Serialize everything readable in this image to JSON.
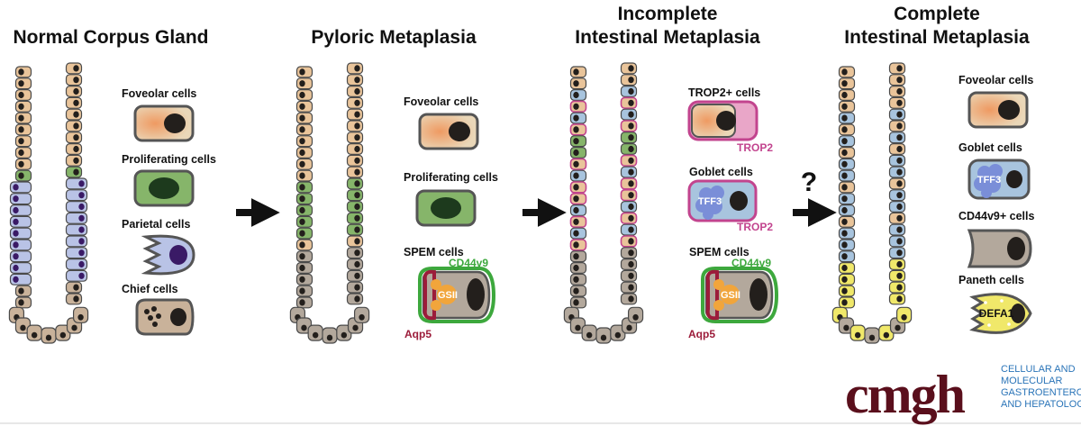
{
  "colors": {
    "foveolar": "#e9c49a",
    "proliferating": "#86b56a",
    "parietal": "#b9c3e6",
    "chief": "#c9b29a",
    "spem": "#b3a89c",
    "goblet": "#a8c4de",
    "paneth": "#f0e86a",
    "trop2": "#c2448e",
    "cd44v9": "#3da83d",
    "aqp5": "#9c1c3a",
    "logo": "#5a0f1c",
    "journal": "#2a74b8"
  },
  "panels": [
    {
      "title_lines": [
        "Normal Corpus Gland"
      ],
      "cells": [
        {
          "icon": "foveolar-cell-icon",
          "label": "Foveolar cells"
        },
        {
          "icon": "proliferating-cell-icon",
          "label": "Proliferating cells"
        },
        {
          "icon": "parietal-cell-icon",
          "label": "Parietal cells"
        },
        {
          "icon": "chief-cell-icon",
          "label": "Chief cells"
        }
      ]
    },
    {
      "title_lines": [
        "Pyloric Metaplasia"
      ],
      "cells": [
        {
          "icon": "foveolar-cell-icon",
          "label": "Foveolar cells"
        },
        {
          "icon": "proliferating-cell-icon",
          "label": "Proliferating cells"
        },
        {
          "icon": "spem-cell-icon",
          "label": "SPEM cells",
          "markers": [
            "CD44v9",
            "GSII",
            "Aqp5"
          ]
        }
      ]
    },
    {
      "title_lines": [
        "Incomplete",
        "Intestinal Metaplasia"
      ],
      "cells": [
        {
          "icon": "trop2-cell-icon",
          "label": "TROP2+ cells",
          "markers": [
            "TROP2"
          ]
        },
        {
          "icon": "goblet-cell-icon",
          "label": "Goblet cells",
          "markers": [
            "TFF3",
            "TROP2"
          ]
        },
        {
          "icon": "spem-cell-icon",
          "label": "SPEM cells",
          "markers": [
            "CD44v9",
            "GSII",
            "Aqp5"
          ]
        }
      ]
    },
    {
      "title_lines": [
        "Complete",
        "Intestinal Metaplasia"
      ],
      "cells": [
        {
          "icon": "foveolar-cell-icon",
          "label": "Foveolar cells"
        },
        {
          "icon": "goblet-cell-icon",
          "label": "Goblet cells",
          "markers": [
            "TFF3"
          ]
        },
        {
          "icon": "cd44v9-cell-icon",
          "label": "CD44v9+ cells"
        },
        {
          "icon": "paneth-cell-icon",
          "label": "Paneth cells",
          "markers": [
            "DEFA1"
          ]
        }
      ]
    }
  ],
  "transition_mark": "?",
  "logo": {
    "text": "cmgh",
    "journal_lines": [
      "CELLULAR AND",
      "MOLECULAR",
      "GASTROENTEROLOGY",
      "AND HEPATOLOGY"
    ]
  }
}
